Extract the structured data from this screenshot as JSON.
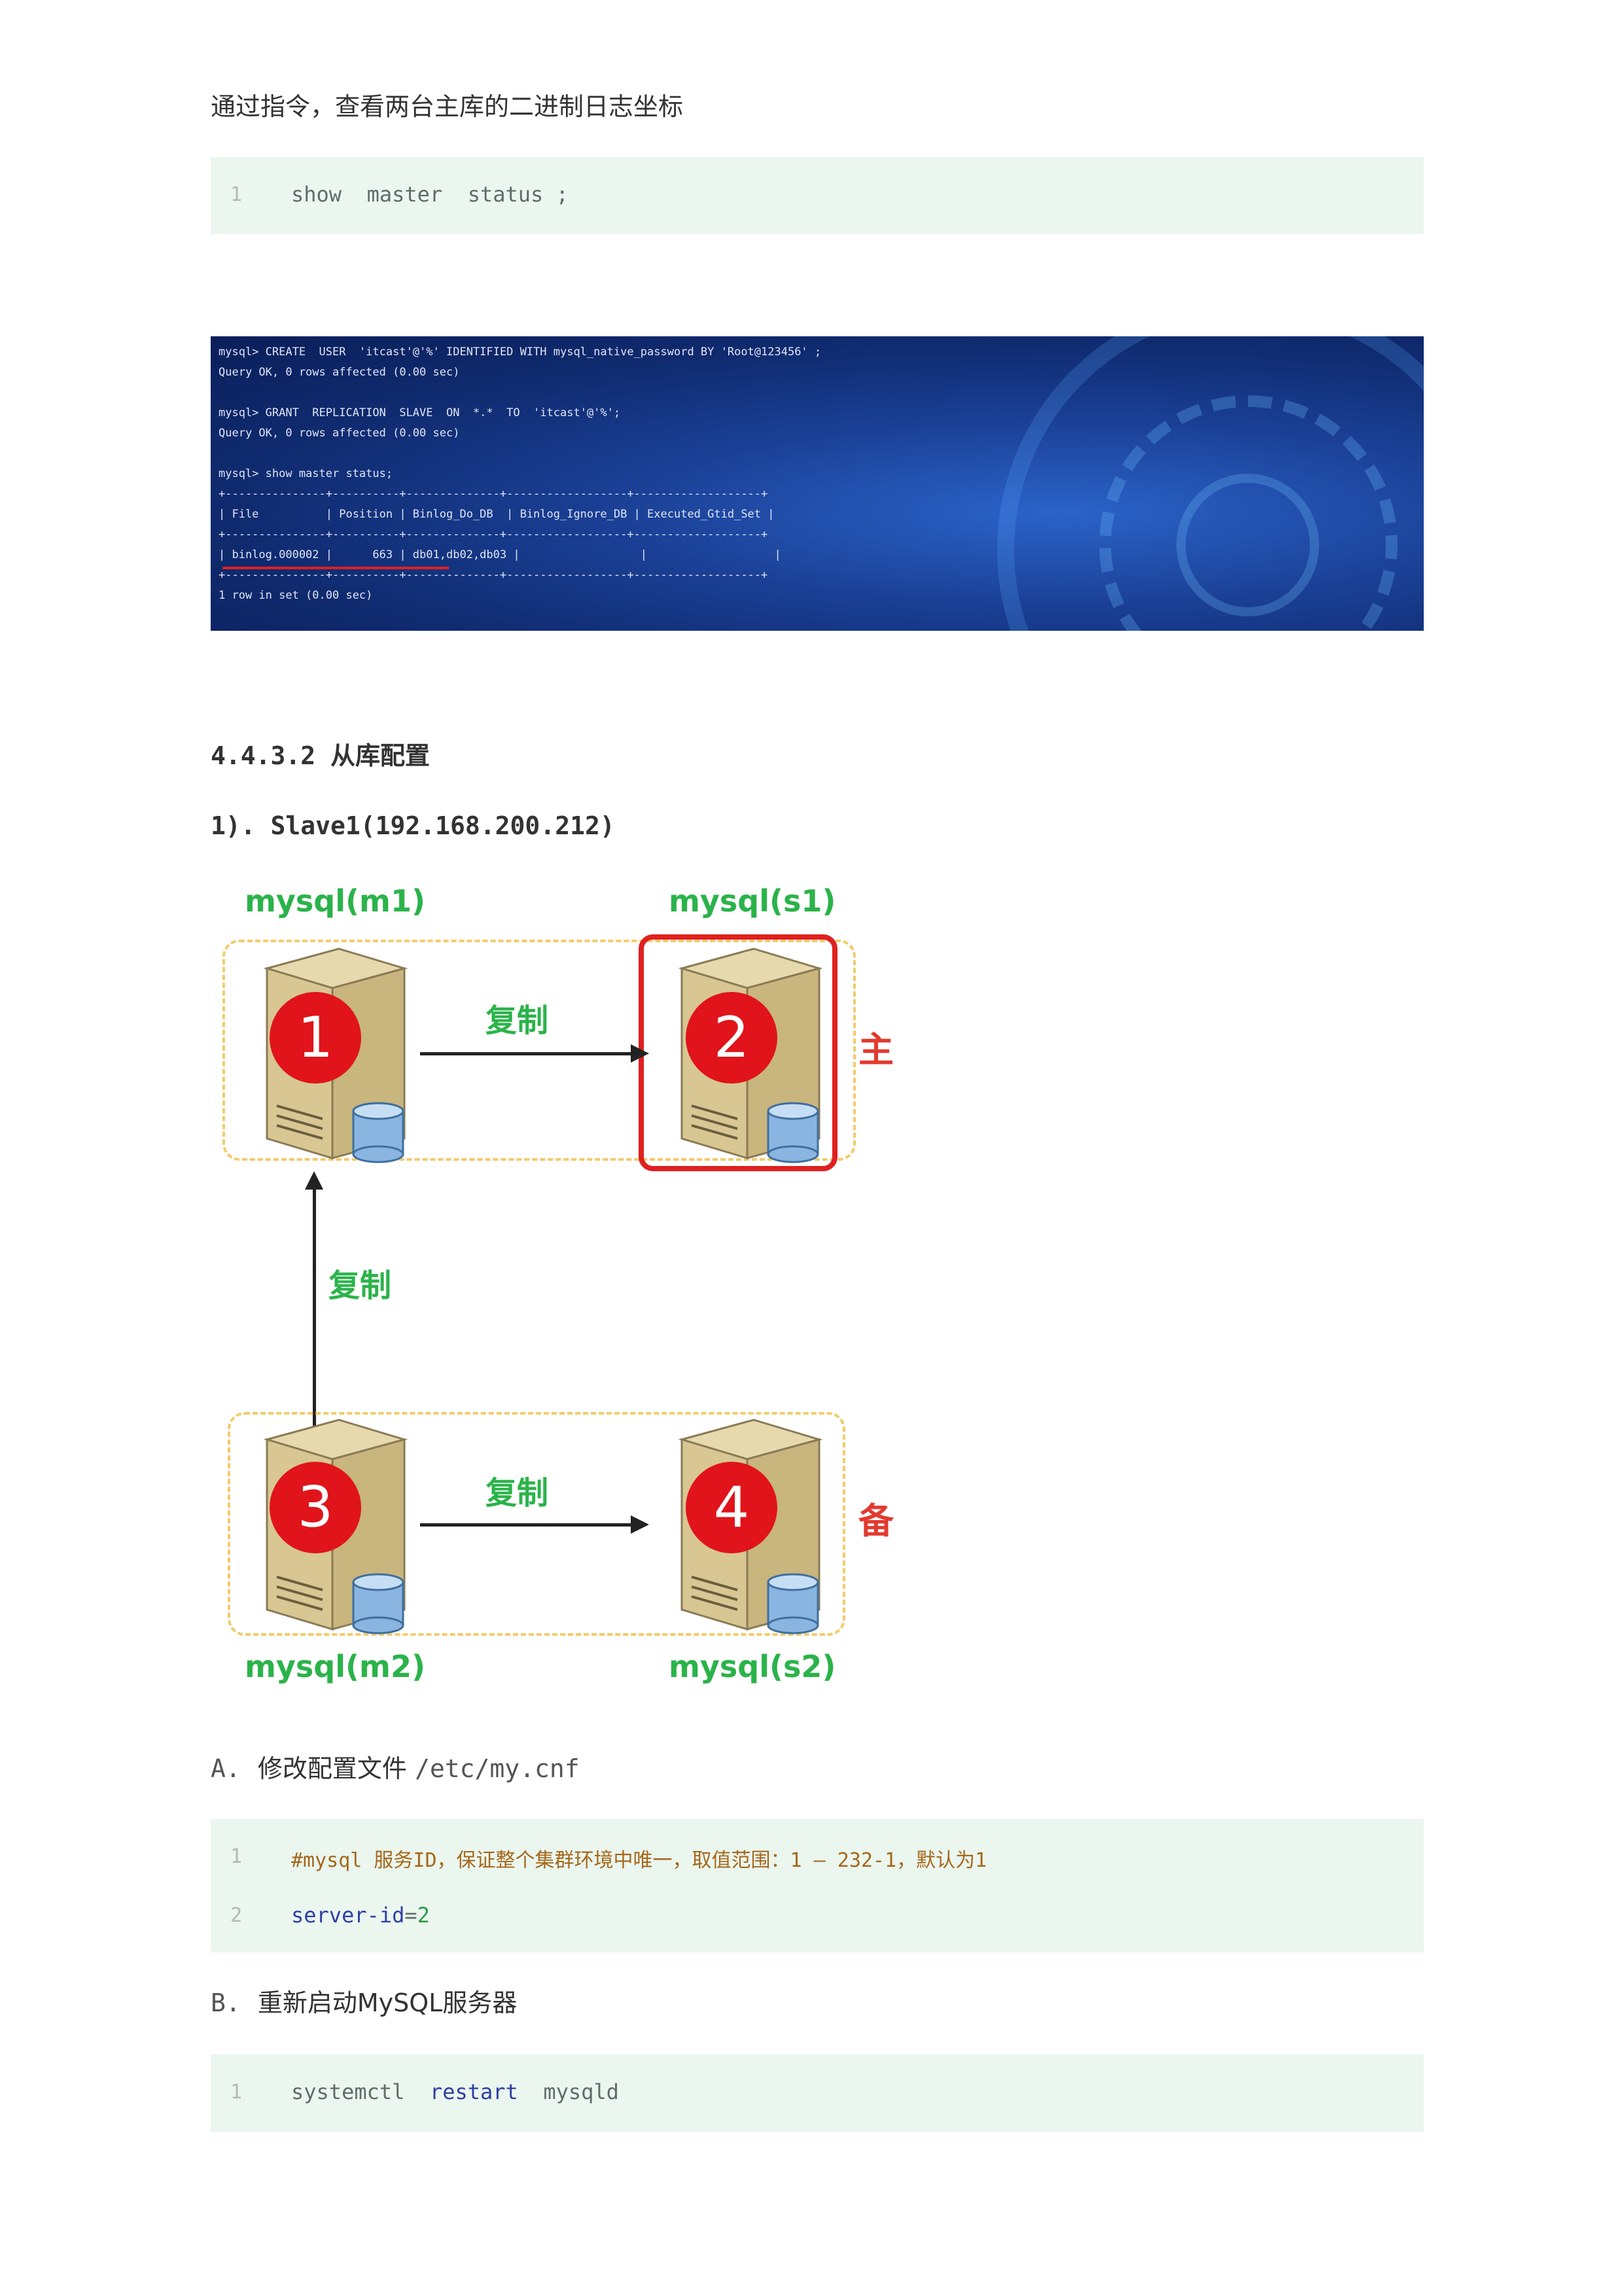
{
  "intro": {
    "text": "通过指令，查看两台主库的二进制日志坐标"
  },
  "code1": {
    "line_no": "1",
    "code": "show  master  status ;"
  },
  "terminal": {
    "lines": [
      "mysql> CREATE  USER  'itcast'@'%' IDENTIFIED WITH mysql_native_password BY 'Root@123456' ;",
      "Query OK, 0 rows affected (0.00 sec)",
      "",
      "mysql> GRANT  REPLICATION  SLAVE  ON  *.*  TO  'itcast'@'%';",
      "Query OK, 0 rows affected (0.00 sec)",
      "",
      "mysql> show master status;",
      "+---------------+----------+--------------+------------------+-------------------+",
      "| File          | Position | Binlog_Do_DB  | Binlog_Ignore_DB | Executed_Gtid_Set |",
      "+---------------+----------+--------------+------------------+-------------------+",
      "| binlog.000002 |      663 | db01,db02,db03 |                  |                   |",
      "+---------------+----------+--------------+------------------+-------------------+",
      "1 row in set (0.00 sec)"
    ]
  },
  "section": {
    "title": "4.4.3.2 从库配置"
  },
  "subsection": {
    "title": "1). Slave1(192.168.200.212)"
  },
  "diagram": {
    "m1_label": "mysql(m1)",
    "s1_label": "mysql(s1)",
    "m2_label": "mysql(m2)",
    "s2_label": "mysql(s2)",
    "copy_top": "复制",
    "copy_mid": "复制",
    "copy_bottom": "复制",
    "main_label": "主",
    "backup_label": "备",
    "badges": [
      "1",
      "2",
      "3",
      "4"
    ]
  },
  "stepA": {
    "prefix": "A.",
    "text": "修改配置文件",
    "path": " /etc/my.cnf"
  },
  "code2": {
    "line1_no": "1",
    "line1": "#mysql 服务ID，保证整个集群环境中唯一，取值范围：1 – 232-1，默认为1",
    "line2_no": "2",
    "line2_key": "server-id",
    "line2_eq": "=",
    "line2_val": "2"
  },
  "stepB": {
    "prefix": "B.",
    "text": "重新启动MySQL服务器"
  },
  "code3": {
    "line_no": "1",
    "cmd": "systemctl",
    "action": "restart",
    "service": "mysqld"
  },
  "colors": {
    "code_bg": "#eaf6ee",
    "green": "#2bb34a",
    "red": "#e02020",
    "blue": "#2e3ea6"
  }
}
